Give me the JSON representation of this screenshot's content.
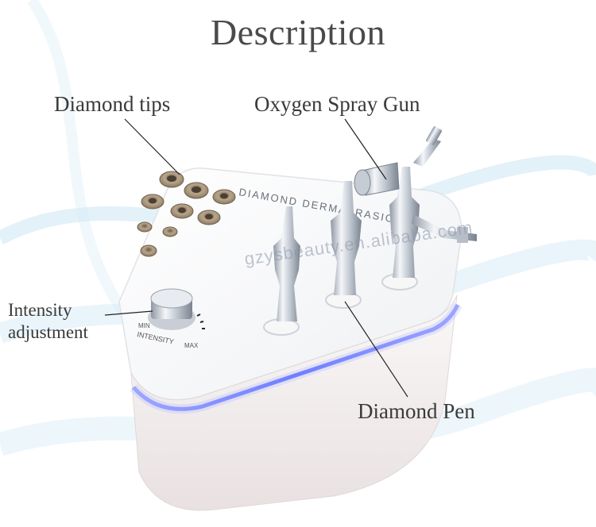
{
  "title": "Description",
  "labels": {
    "diamond_tips": "Diamond tips",
    "oxygen_spray_gun": "Oxygen Spray Gun",
    "intensity_adjustment": "Intensity\nadjustment",
    "diamond_pen": "Diamond Pen"
  },
  "device": {
    "panel_text": "DIAMOND DERMABRASION",
    "knob_min": "MIN",
    "knob_max": "MAX",
    "knob_label": "INTENSITY"
  },
  "watermark": "gzysbeauty.en.alibaba.com",
  "colors": {
    "background": "#ffffff",
    "wave": "#d7ebf7",
    "device_body": "#f3eeee",
    "led_strip": "#5d6bff",
    "label_text": "#3a3a3a"
  }
}
